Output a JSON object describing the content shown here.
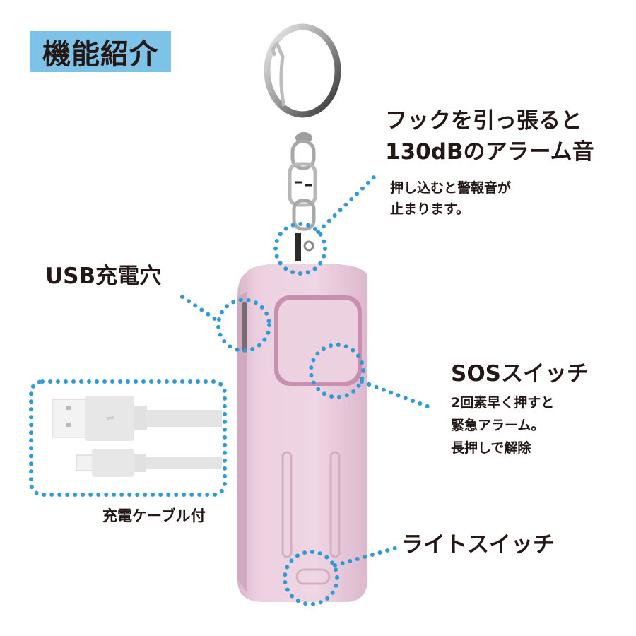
{
  "title": "機能紹介",
  "colors": {
    "title_bg": "#7dc3e8",
    "dotted_line": "#2f9bd6",
    "device_body": "#e9c9dc",
    "text": "#231815"
  },
  "callouts": {
    "hook": {
      "heading_line1": "フックを引っ張ると",
      "heading_line2": "130dBのアラーム音",
      "sub_line1": "押し込むと警報音が",
      "sub_line2": "止まります。"
    },
    "usb": {
      "heading": "USB充電穴"
    },
    "sos": {
      "heading": "SOSスイッチ",
      "sub_line1": "2回素早く押すと",
      "sub_line2": "緊急アラーム。",
      "sub_line3": "長押しで解除"
    },
    "light": {
      "heading": "ライトスイッチ"
    },
    "cable": {
      "caption": "充電ケーブル付"
    }
  },
  "icons": {
    "keyring": "carabiner-keyring-icon",
    "device": "personal-alarm-device",
    "cable": "usb-micro-cable-icon"
  }
}
